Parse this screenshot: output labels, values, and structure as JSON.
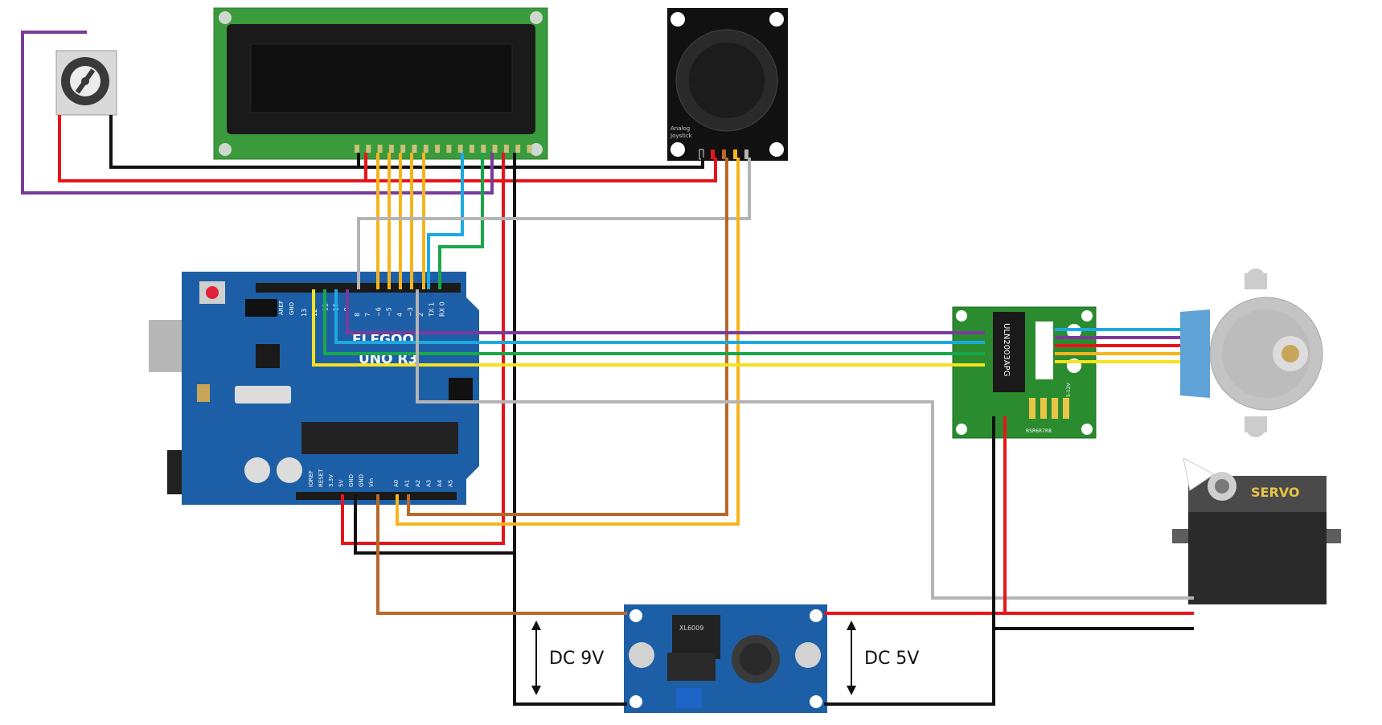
{
  "components": {
    "potentiometer": {},
    "lcd": {},
    "joystick": {
      "label_line1": "Analog",
      "label_line2": "Joystick"
    },
    "arduino": {
      "brand": "ELEGOO",
      "model": "UNO R3",
      "digital_pins": [
        "13",
        "12",
        "~11",
        "~10",
        "~9",
        "8",
        "7",
        "~6",
        "~5",
        "4",
        "~3",
        "2",
        "TX 1",
        "RX 0"
      ],
      "aref": "AREF",
      "gnd": "GND",
      "power_pins": [
        "IOREF",
        "RESET",
        "3.3V",
        "5V",
        "GND",
        "GND",
        "Vin"
      ],
      "analog_pins": [
        "A0",
        "A1",
        "A2",
        "A3",
        "A4",
        "A5"
      ]
    },
    "stepper_driver": {
      "chip": "ULN2003APG",
      "labels": [
        "5-12V",
        "RSR6R7R8"
      ]
    },
    "stepper_motor": {},
    "servo": {
      "label": "SERVO"
    },
    "buck_converter": {
      "chip": "XL6009"
    }
  },
  "annotations": {
    "input_voltage": "DC 9V",
    "output_voltage": "DC 5V"
  },
  "colors": {
    "black": "#111111",
    "red": "#e8141b",
    "purple": "#7a3a9c",
    "yellow": "#f7e21d",
    "orange": "#f6b41c",
    "blue": "#1ba9e1",
    "green": "#1aa64a",
    "grey": "#b4b4b4",
    "brown": "#b8692a",
    "pcb_blue": "#1d5fa6",
    "pcb_green": "#2b8b2f",
    "lcd_green": "#3a9b3c"
  }
}
